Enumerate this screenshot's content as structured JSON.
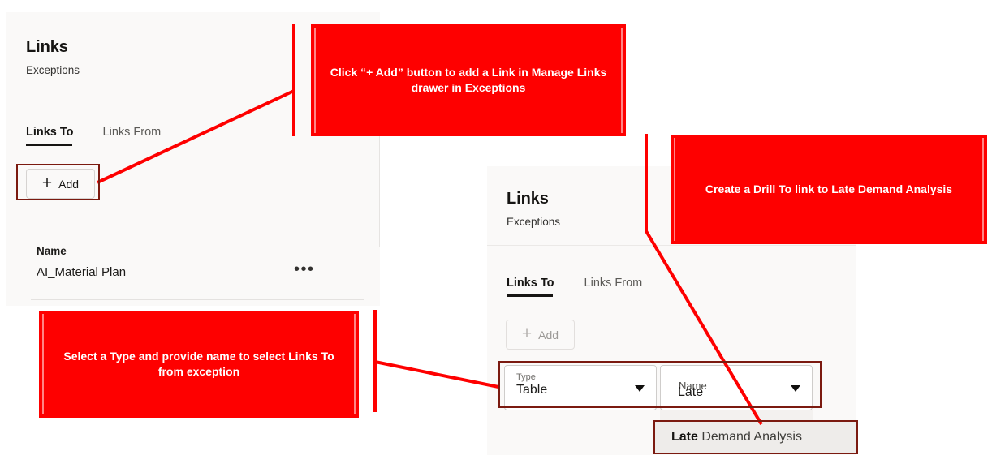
{
  "colors": {
    "callout_red": "#fe0000",
    "highlight_outline": "#7b1a10",
    "panel_bg": "#faf9f8",
    "text_primary": "#161513",
    "text_secondary": "#5b5a57",
    "tab_underline": "#161513",
    "suggestion_bg": "#eeecea"
  },
  "left_panel": {
    "title": "Links",
    "subtitle": "Exceptions",
    "tabs": [
      {
        "label": "Links To",
        "active": true
      },
      {
        "label": "Links From",
        "active": false
      }
    ],
    "add_button": {
      "label": "Add",
      "icon": "plus-icon",
      "enabled": true
    },
    "table": {
      "columns": [
        "Name"
      ],
      "rows": [
        {
          "name": "AI_Material Plan",
          "menu": "•••"
        }
      ]
    }
  },
  "right_panel": {
    "title": "Links",
    "subtitle": "Exceptions",
    "tabs": [
      {
        "label": "Links To",
        "active": true
      },
      {
        "label": "Links From",
        "active": false
      }
    ],
    "add_button": {
      "label": "Add",
      "icon": "plus-icon",
      "enabled": false
    },
    "fields": [
      {
        "label": "Type",
        "value": "Table",
        "icon": "chevron-down-icon"
      },
      {
        "label": "Name",
        "value": "Late",
        "icon": "chevron-down-icon"
      }
    ],
    "suggestion": {
      "match": "Late",
      "rest": " Demand Analysis"
    }
  },
  "annotations": [
    {
      "id": "callout-add-button",
      "text": "Click “+ Add” button to add a Link in Manage Links drawer in Exceptions"
    },
    {
      "id": "callout-drill-to",
      "text": "Create a Drill To link to Late Demand Analysis"
    },
    {
      "id": "callout-select-type",
      "text": "Select a Type and provide name to select Links To from exception"
    }
  ]
}
